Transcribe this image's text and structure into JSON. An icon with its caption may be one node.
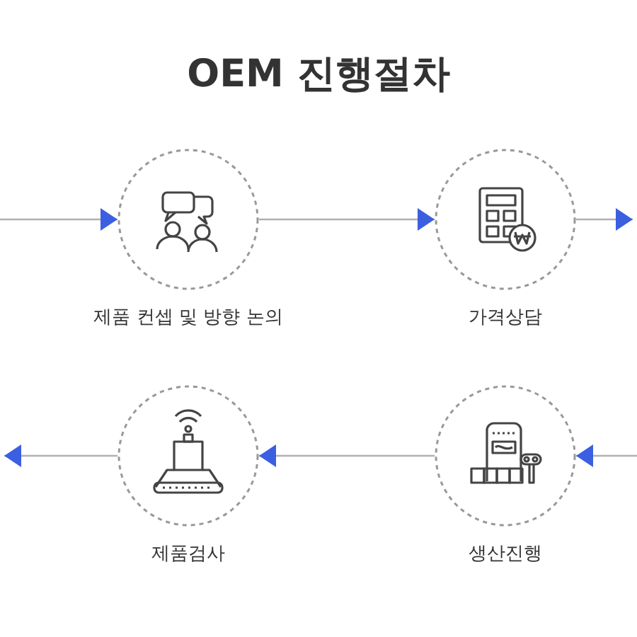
{
  "diagram": {
    "title": "OEM 진행절차",
    "nodes": [
      {
        "text": [
          "제품 컨셉 및 방향 논의"
        ]
      },
      {
        "text": [
          "가격상담"
        ]
      },
      {
        "text": [
          "제품검사"
        ]
      },
      {
        "text": [
          "생산진행"
        ]
      }
    ],
    "edges": [
      {
        "from": null,
        "to": 0,
        "arrow": "to"
      },
      {
        "from": 0,
        "to": 1,
        "arrow": "to"
      },
      {
        "from": 1,
        "to": null,
        "arrow": "to"
      },
      {
        "from": null,
        "to": 3,
        "arrow": "to"
      },
      {
        "from": 3,
        "to": 2,
        "arrow": "to"
      },
      {
        "from": 2,
        "to": null,
        "arrow": "to"
      }
    ]
  }
}
